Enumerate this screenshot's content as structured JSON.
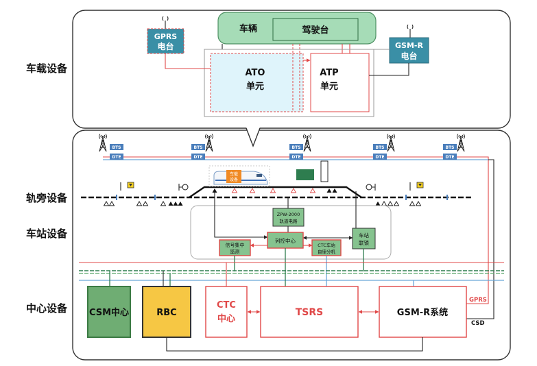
{
  "side_labels": {
    "onboard": "车载设备",
    "trackside": "轨旁设备",
    "station": "车站设备",
    "center": "中心设备"
  },
  "onboard": {
    "vehicle": "车辆",
    "console": "驾驶台",
    "gprs_radio": [
      "GPRS",
      "电台"
    ],
    "gsmr_radio": [
      "GSM-R",
      "电台"
    ],
    "ato": [
      "ATO",
      "单元"
    ],
    "atp": [
      "ATP",
      "单元"
    ]
  },
  "trackside": {
    "base_stations": [
      {
        "bts": "BTS",
        "dte": "DTE"
      },
      {
        "bts": "BTS",
        "dte": "DTE"
      },
      {
        "bts": "BTS",
        "dte": "DTE"
      },
      {
        "bts": "BTS",
        "dte": "DTE"
      },
      {
        "bts": "BTS",
        "dte": "DTE"
      }
    ],
    "train_equipment": [
      "车载",
      "设备"
    ]
  },
  "station": {
    "track_circuit": [
      "ZPW-2000",
      "轨道电路"
    ],
    "train_control_center": "列控中心",
    "signal_monitoring": [
      "信号集中",
      "监测"
    ],
    "ctc_station": [
      "CTC车站",
      "自律分机"
    ],
    "interlocking": [
      "车站",
      "联锁"
    ]
  },
  "center": {
    "csm": "CSM中心",
    "rbc": "RBC",
    "ctc": [
      "CTC",
      "中心"
    ],
    "tsrs": "TSRS",
    "gsmr": "GSM-R系统",
    "gprs": "GPRS",
    "csd": "CSD"
  },
  "colors": {
    "link_red": "#e04848",
    "equipment_green": "#86c38f",
    "vehicle_green": "#a6dcb7",
    "radio_teal": "#3a8fa6",
    "ato_cyan": "#dff4fb",
    "rbc_yellow": "#f6c744",
    "csm_green": "#6fad73",
    "bus_blue": "#6aa6d8",
    "bus_green": "#2e7d4f",
    "train_orange": "#f08a24"
  }
}
